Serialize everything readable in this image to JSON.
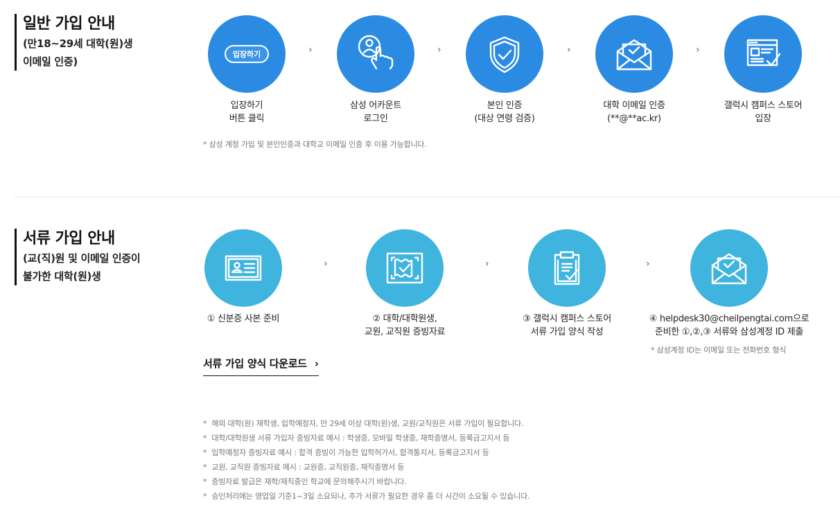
{
  "general": {
    "title": "일반 가입 안내",
    "sub1": "(만18~29세 대학(원)생",
    "sub2": "이메일 인증)",
    "steps": [
      {
        "icon": "enter-button-icon",
        "line1": "입장하기",
        "line2": "버튼 클릭",
        "pill": "입장하기"
      },
      {
        "icon": "account-login-icon",
        "line1": "삼성 어카운트",
        "line2": "로그인"
      },
      {
        "icon": "shield-check-icon",
        "line1": "본인 인증",
        "line2": "(대상 연령 검증)"
      },
      {
        "icon": "mail-check-icon",
        "line1": "대학 이메일 인증",
        "line2": "(**@**ac.kr)"
      },
      {
        "icon": "browser-check-icon",
        "line1": "갤럭시 캠퍼스 스토어",
        "line2": "입장"
      }
    ],
    "note": "* 삼성 계정 가입 및 본인인증과 대학교 이메일 인증 후 이용 가능합니다."
  },
  "docs": {
    "title": "서류 가입 안내",
    "sub1": "(교(직)원 및 이메일 인증이",
    "sub2": "불가한 대학(원)생",
    "steps": [
      {
        "icon": "id-card-icon",
        "line1": "① 신분증 사본 준비",
        "line2": ""
      },
      {
        "icon": "certificate-icon",
        "line1": "② 대학/대학원생,",
        "line2": "교원, 교직원 증빙자료"
      },
      {
        "icon": "clipboard-check-icon",
        "line1": "③ 갤럭시 캠퍼스 스토어",
        "line2": "서류 가입 양식 작성"
      },
      {
        "icon": "mail-submit-icon",
        "line1": "④ helpdesk30@cheilpengtai.com으로",
        "line2": "준비한 ①,②,③ 서류와 삼성계정 ID 제출"
      }
    ],
    "step4_note": "* 삼성계정 ID는 이메일 또는 전화번호 형식",
    "download_label": "서류 가입 양식 다운로드",
    "download_arrow": "›"
  },
  "arrow": "›",
  "notes": [
    "해외 대학(원) 재학생, 입학예정자, 만 29세 이상 대학(원)생, 교원/교직원은 서류 가입이 필요합니다.",
    "대학/대학원생 서류 가입자 증빙자료 예시 : 학생증, 모바일 학생증, 재학증명서, 등록금고지서 등",
    "입학예정자 증빙자료 예시 : 합격 증빙이 가능한 입학허가서, 합격통지서, 등록금고지서 등",
    "교원, 교직원 증빙자료 예시 : 교원증, 교직원증, 재직증명서 등",
    "증빙자료 발급은 재학/재직중인 학교에 문의해주시기 바랍니다.",
    "승인처리에는 영업일 기준1~3일 소요되나, 추가 서류가 필요한 경우 좀 더 시간이 소요될 수 있습니다."
  ],
  "note_star": "*",
  "colors": {
    "blue": "#2b8be3",
    "cyan": "#3fb4de"
  }
}
